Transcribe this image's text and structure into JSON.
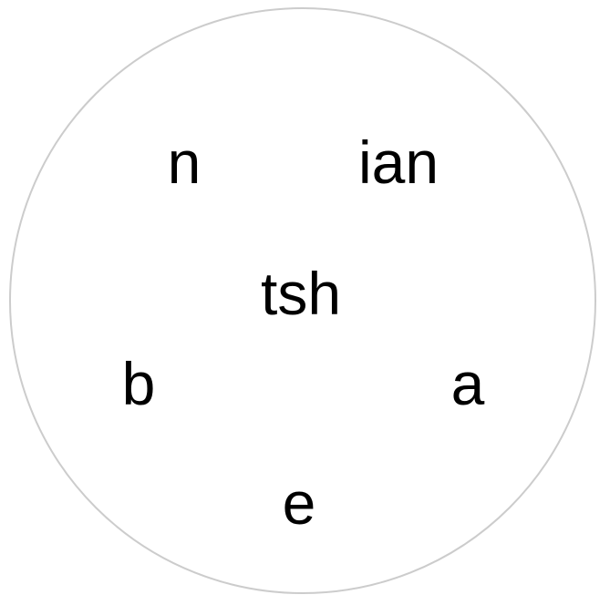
{
  "puzzle": {
    "center_tile": "tsh",
    "tiles": [
      "n",
      "ian",
      "b",
      "a",
      "e"
    ]
  },
  "colors": {
    "circle_border": "#cccccc",
    "text": "#000000",
    "background": "#ffffff"
  }
}
